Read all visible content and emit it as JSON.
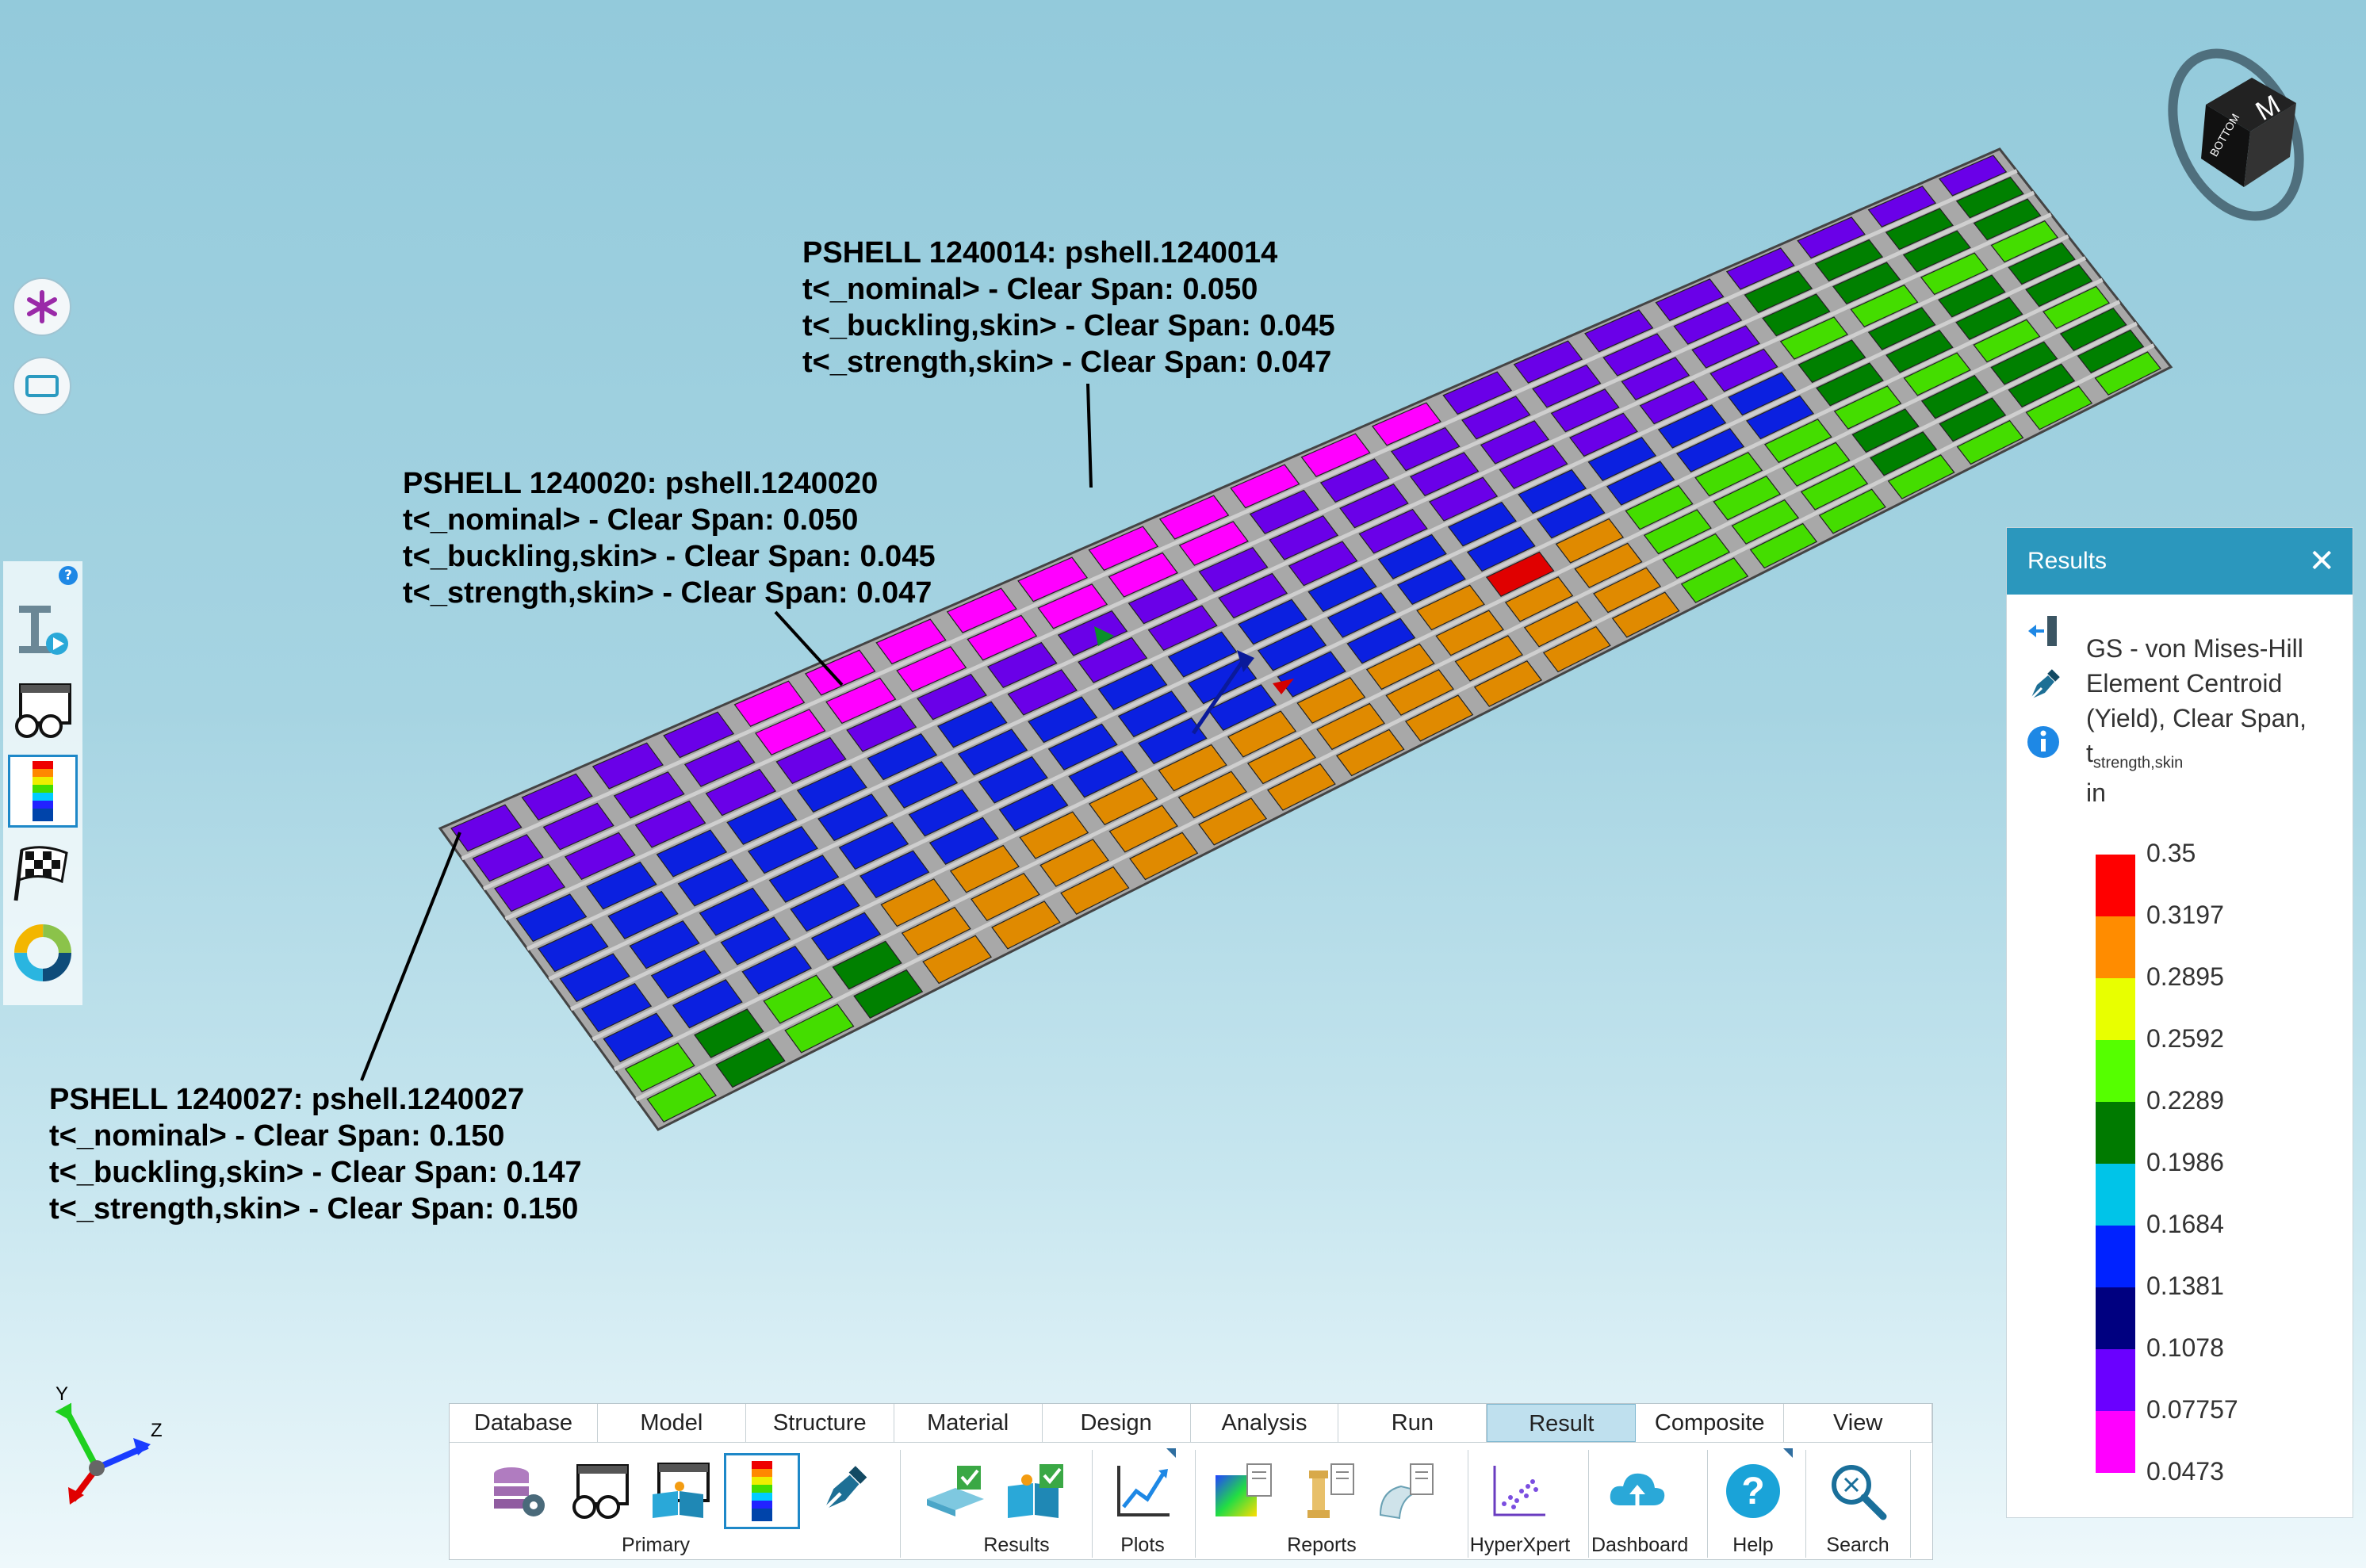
{
  "callouts": [
    {
      "lines": [
        "PSHELL 1240014: pshell.1240014",
        "t<_nominal> - Clear Span: 0.050",
        "t<_buckling,skin> - Clear Span: 0.045",
        "t<_strength,skin> - Clear Span: 0.047"
      ]
    },
    {
      "lines": [
        "PSHELL 1240020: pshell.1240020",
        "t<_nominal> - Clear Span: 0.050",
        "t<_buckling,skin> - Clear Span: 0.045",
        "t<_strength,skin> - Clear Span: 0.047"
      ]
    },
    {
      "lines": [
        "PSHELL 1240027: pshell.1240027",
        "t<_nominal> - Clear Span: 0.150",
        "t<_buckling,skin> - Clear Span: 0.147",
        "t<_strength,skin> - Clear Span: 0.150"
      ]
    }
  ],
  "triad": {
    "y": "Y",
    "z": "Z"
  },
  "view_cube": {
    "face_label": "BOTTOM"
  },
  "results_panel": {
    "title": "Results",
    "close": "✕",
    "result_name_line1": "GS - von Mises-Hill",
    "result_name_line2": "Element Centroid",
    "result_name_line3": "(Yield), Clear Span,",
    "result_name_symbol": "t",
    "result_name_sub": "strength,skin",
    "unit": "in",
    "legend": [
      {
        "value": "0.35",
        "color": "#ff0000"
      },
      {
        "value": "0.3197",
        "color": "#ff8c00"
      },
      {
        "value": "0.2895",
        "color": "#e8ff00"
      },
      {
        "value": "0.2592",
        "color": "#55ff00"
      },
      {
        "value": "0.2289",
        "color": "#007a00"
      },
      {
        "value": "0.1986",
        "color": "#00c4e8"
      },
      {
        "value": "0.1684",
        "color": "#0022ff"
      },
      {
        "value": "0.1381",
        "color": "#000080"
      },
      {
        "value": "0.1078",
        "color": "#6a00ff"
      },
      {
        "value": "0.07757",
        "color": "#ff00ff"
      },
      {
        "value": "0.0473",
        "color": ""
      }
    ]
  },
  "colors": {
    "orange": "#e08a00",
    "green": "#44dd00",
    "darkgreen": "#008000",
    "blue": "#0b20e0",
    "violet": "#6a00e8",
    "magenta": "#ff00ff",
    "red": "#e00000",
    "stringer": "#a8a8a8"
  },
  "ribbon": {
    "tabs": [
      "Database",
      "Model",
      "Structure",
      "Material",
      "Design",
      "Analysis",
      "Run",
      "Result",
      "Composite",
      "View"
    ],
    "active_tab": "Result",
    "groups": {
      "primary": "Primary",
      "results": "Results",
      "plots": "Plots",
      "reports": "Reports",
      "hyperxpert": "HyperXpert",
      "dashboard": "Dashboard",
      "help": "Help",
      "search": "Search"
    }
  }
}
